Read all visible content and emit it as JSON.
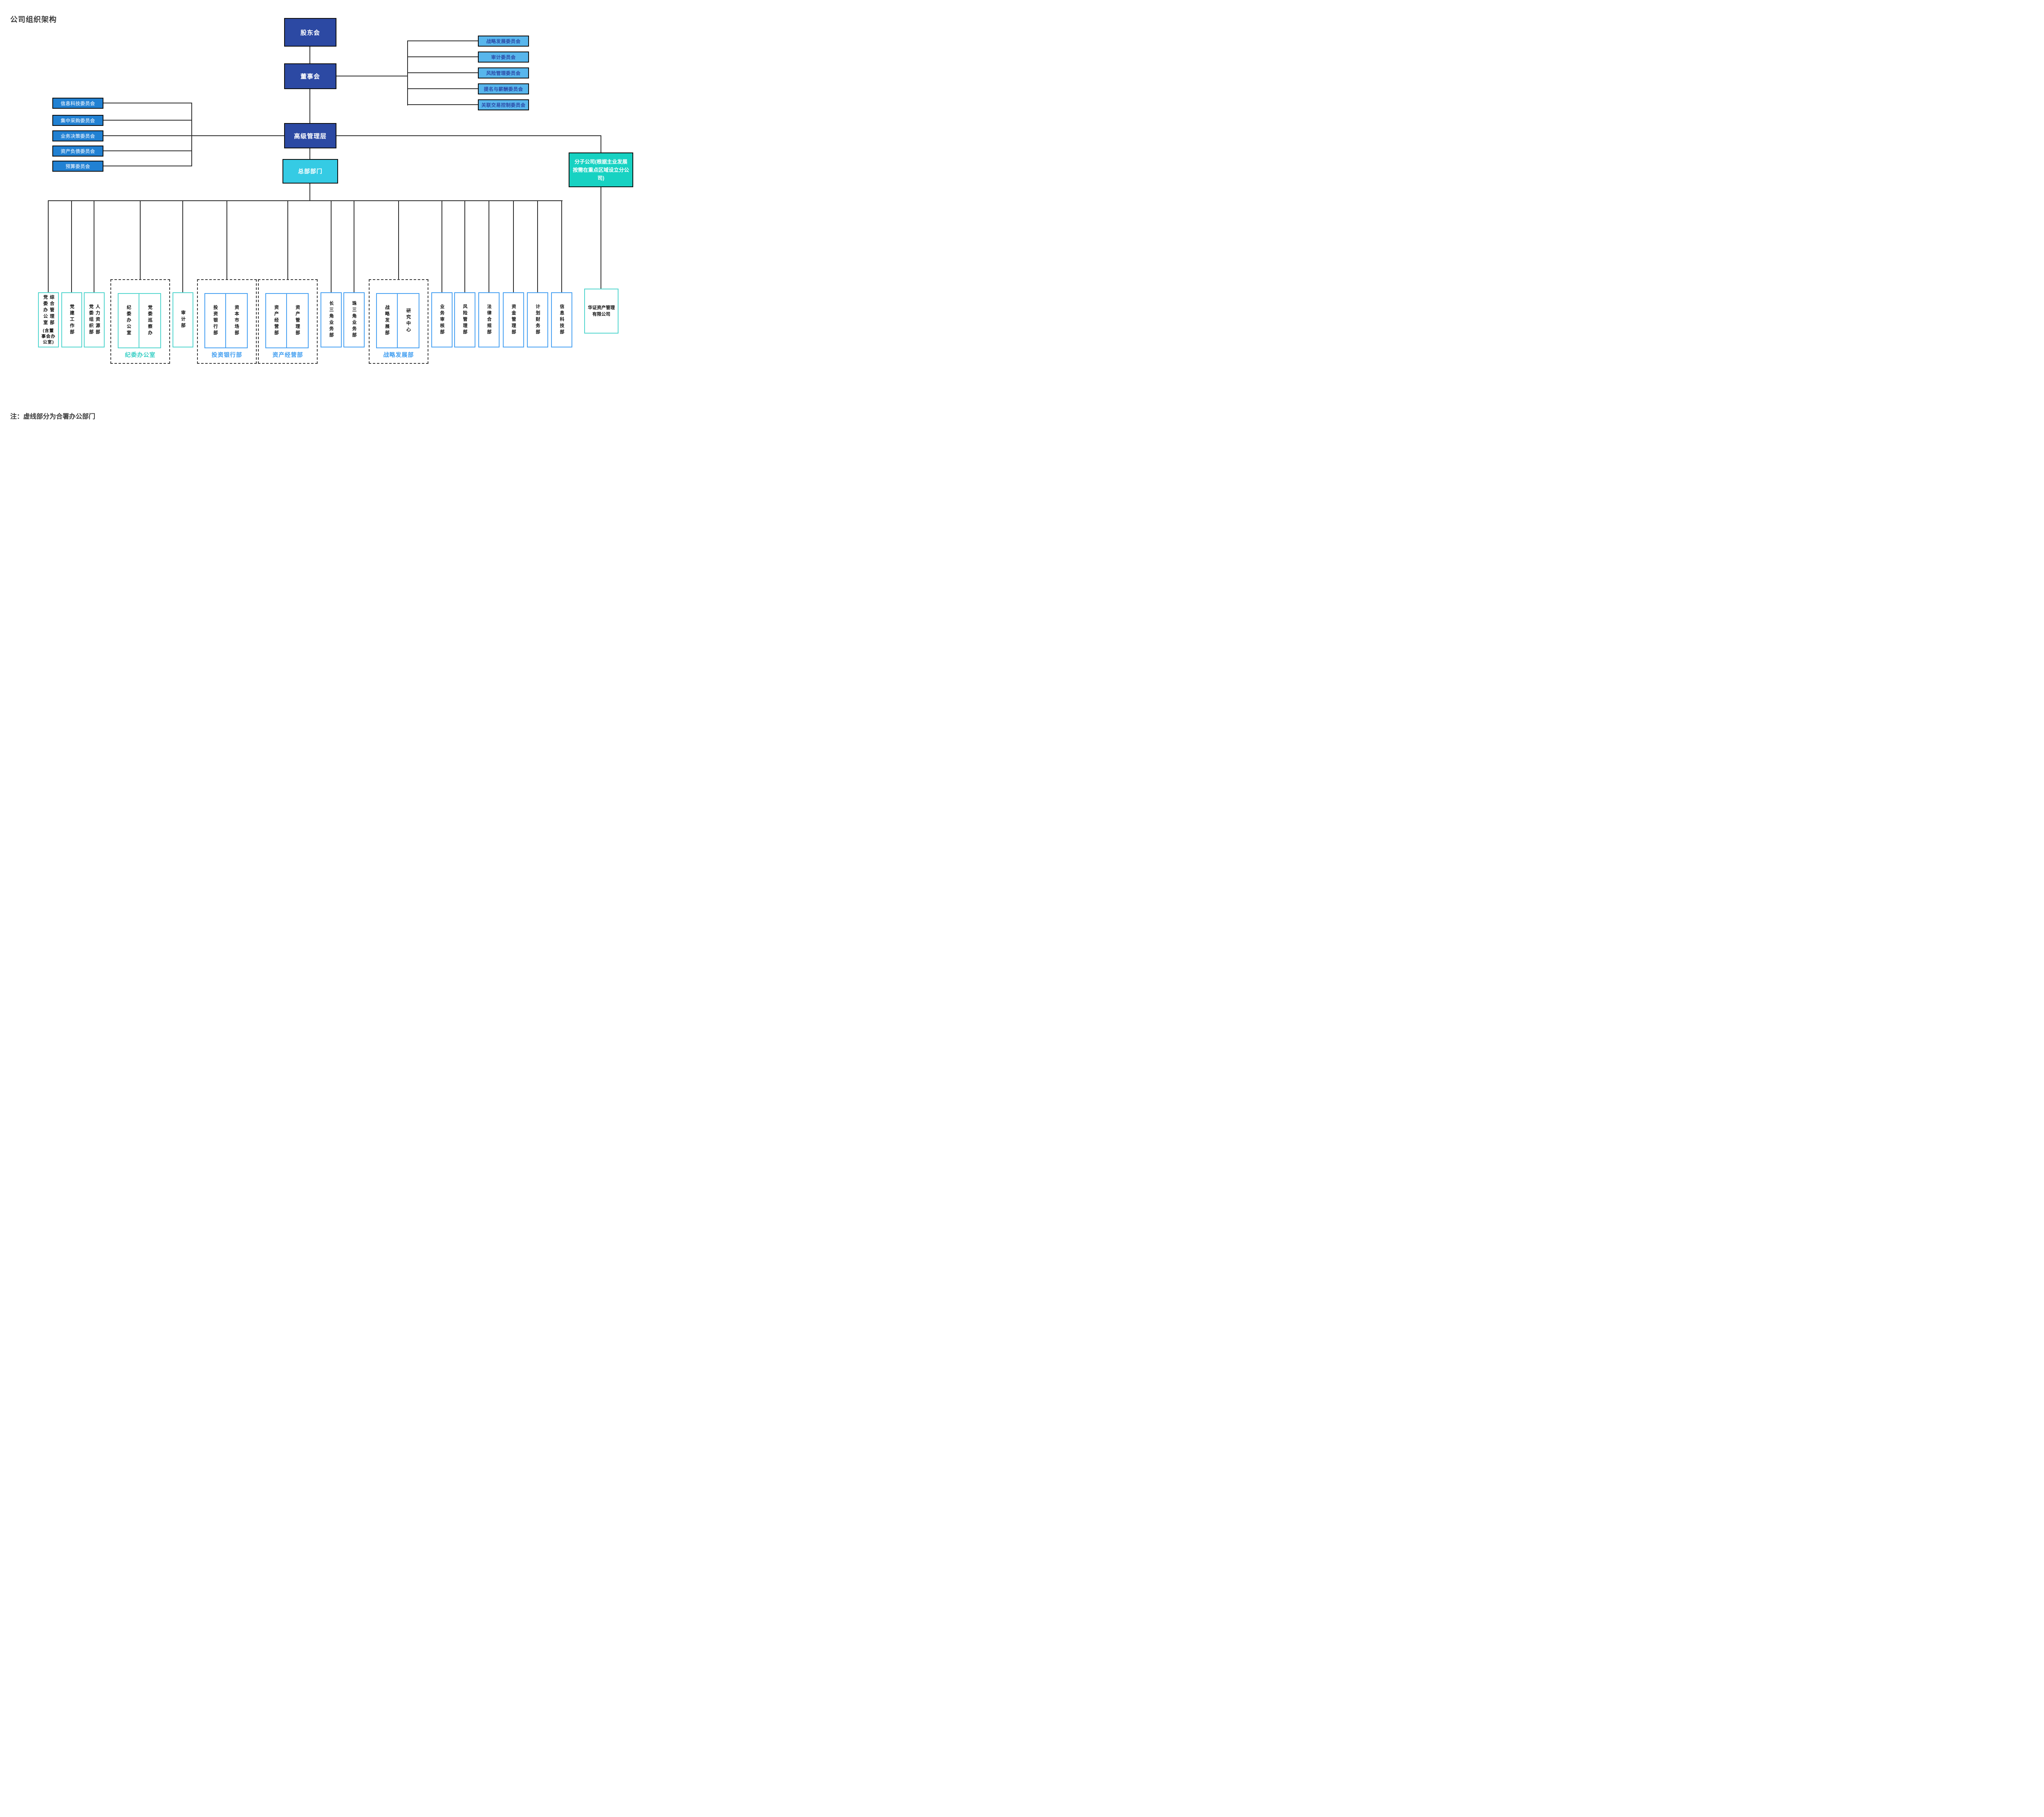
{
  "title": "公司组织架构",
  "note": "注：虚线部分为合署办公部门",
  "nodes": {
    "shareholders": "股东会",
    "board": "董事会",
    "senior_mgmt": "高级管理层",
    "hq": "总部部门",
    "subsidiaries": "分子公司(根据主业发展按需在重点区域设立分公司)",
    "asset_mgmt_co": "华证资产管理有限公司"
  },
  "board_committees": [
    "战略发展委员会",
    "审计委员会",
    "风险管理委员会",
    "提名与薪酬委员会",
    "关联交易控制委员会"
  ],
  "mgmt_committees": [
    "信息科技委员会",
    "集中采购委员会",
    "业务决策委员会",
    "资产负债委员会",
    "预算委员会"
  ],
  "departments": {
    "party_office": {
      "columns": [
        "党委办公室",
        "综合管理部"
      ],
      "note": "(含董事会办公室)"
    },
    "party_building": "党建工作部",
    "org_hr": {
      "columns": [
        "党委组织部",
        "人力资源部"
      ]
    },
    "audit": "审计部",
    "yangtze": "长三角业务部",
    "pearl": "珠三角业务部",
    "business_review": "业务审核部",
    "risk": "风险管理部",
    "legal": "法律合规部",
    "treasury": "资金管理部",
    "planning_finance": "计划财务部",
    "it": "信息科技部"
  },
  "co_located_groups": {
    "discipline": {
      "label": "纪委办公室",
      "members": [
        "纪委办公室",
        "党委巡察办"
      ]
    },
    "investment_banking": {
      "label": "投资银行部",
      "members": [
        "投资银行部",
        "资本市场部"
      ]
    },
    "asset_operation": {
      "label": "资产经营部",
      "members": [
        "资产经营部",
        "资产管理部"
      ]
    },
    "strategy": {
      "label": "战略发展部",
      "members": [
        "战略发展部",
        "研究中心"
      ]
    }
  },
  "colors": {
    "dark_blue": "#2c49a3",
    "light_blue_fill": "#58b6ec",
    "mid_blue_fill": "#2181d3",
    "cyan_fill": "#35cbe4",
    "teal_fill": "#17d2c2",
    "teal_border": "#55d6cf",
    "blue_border": "#4aa2f2",
    "teal_label": "#38cfc5",
    "blue_label": "#3f9df0"
  }
}
